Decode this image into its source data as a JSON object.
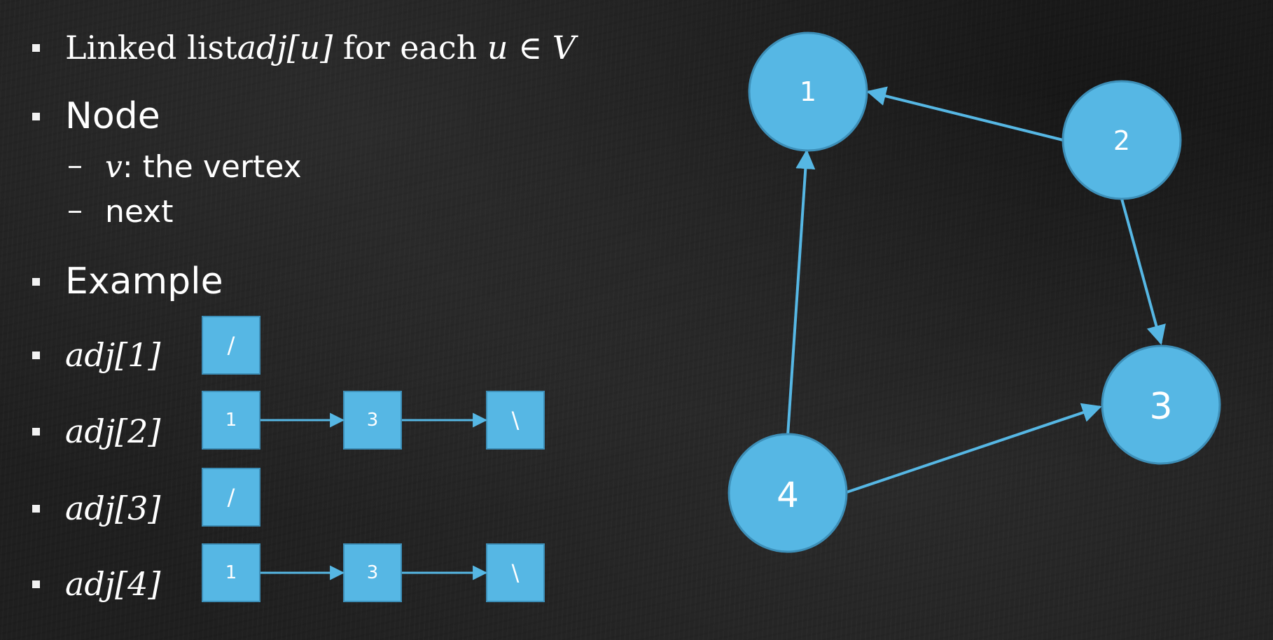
{
  "bullets": {
    "line1": {
      "prefix": "Linked list ",
      "adj_u": "adj[u]",
      "mid": " for each ",
      "u": "u",
      "member": " ∈ ",
      "V": "V"
    },
    "node": {
      "title": "Node",
      "sub1_var": "v",
      "sub1_text": ": the vertex",
      "sub2_text": "next"
    },
    "example": "Example"
  },
  "adjacency": [
    {
      "label": "adj[1]",
      "cells": [
        "/"
      ]
    },
    {
      "label": "adj[2]",
      "cells": [
        "1",
        "3",
        "\\"
      ]
    },
    {
      "label": "adj[3]",
      "cells": [
        "/"
      ]
    },
    {
      "label": "adj[4]",
      "cells": [
        "1",
        "3",
        "\\"
      ]
    }
  ],
  "graph": {
    "nodes": [
      {
        "id": "1",
        "label": "1"
      },
      {
        "id": "2",
        "label": "2"
      },
      {
        "id": "3",
        "label": "3"
      },
      {
        "id": "4",
        "label": "4"
      }
    ],
    "edges": [
      {
        "from": "2",
        "to": "1"
      },
      {
        "from": "2",
        "to": "3"
      },
      {
        "from": "4",
        "to": "1"
      },
      {
        "from": "4",
        "to": "3"
      }
    ]
  },
  "colors": {
    "node_fill": "#56b7e4",
    "node_stroke": "#3d8fb8",
    "edge": "#56b7e4",
    "text": "#ffffff"
  }
}
